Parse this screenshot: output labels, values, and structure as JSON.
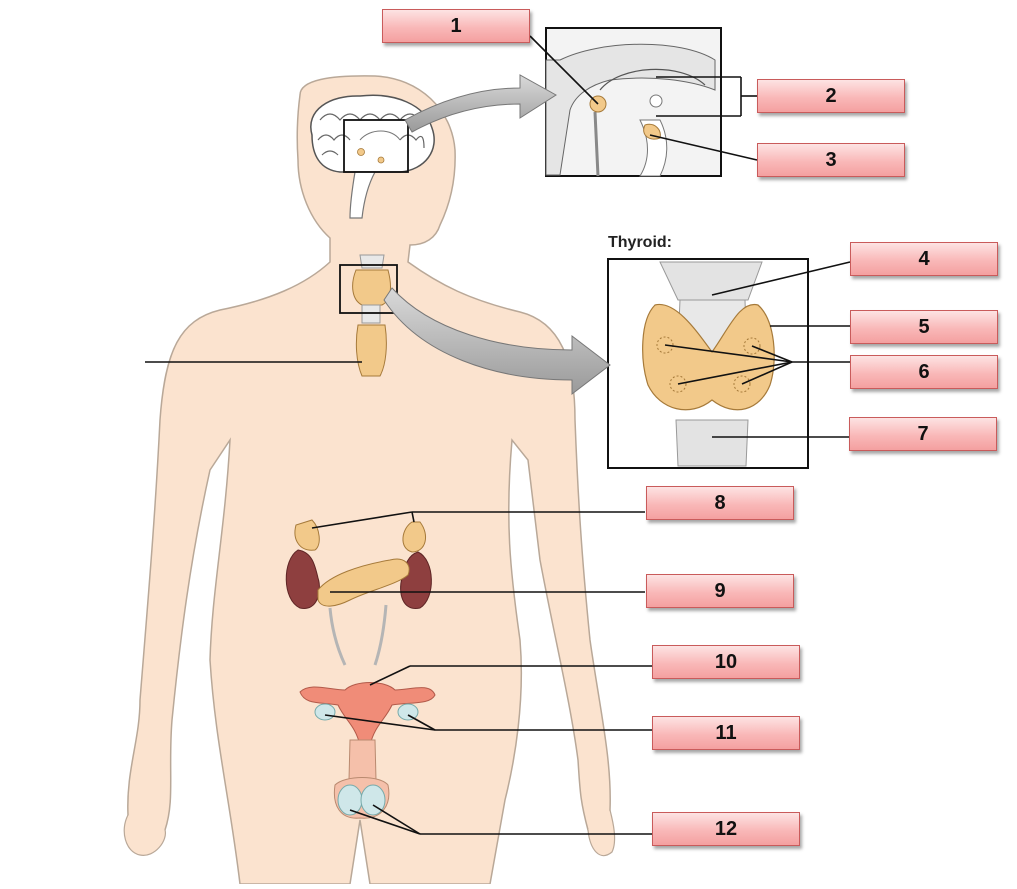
{
  "inset_title": "Thyroid:",
  "labels": [
    "1",
    "2",
    "3",
    "4",
    "5",
    "6",
    "7",
    "8",
    "9",
    "10",
    "11",
    "12"
  ],
  "colors": {
    "skin": "#fbe3cf",
    "gland": "#f2c98a",
    "kidney": "#8e3f3f",
    "uterus": "#f08c78",
    "gonad": "#cfe7e9",
    "label_fill": "#f9b8b8",
    "label_border": "#c95b5b"
  }
}
